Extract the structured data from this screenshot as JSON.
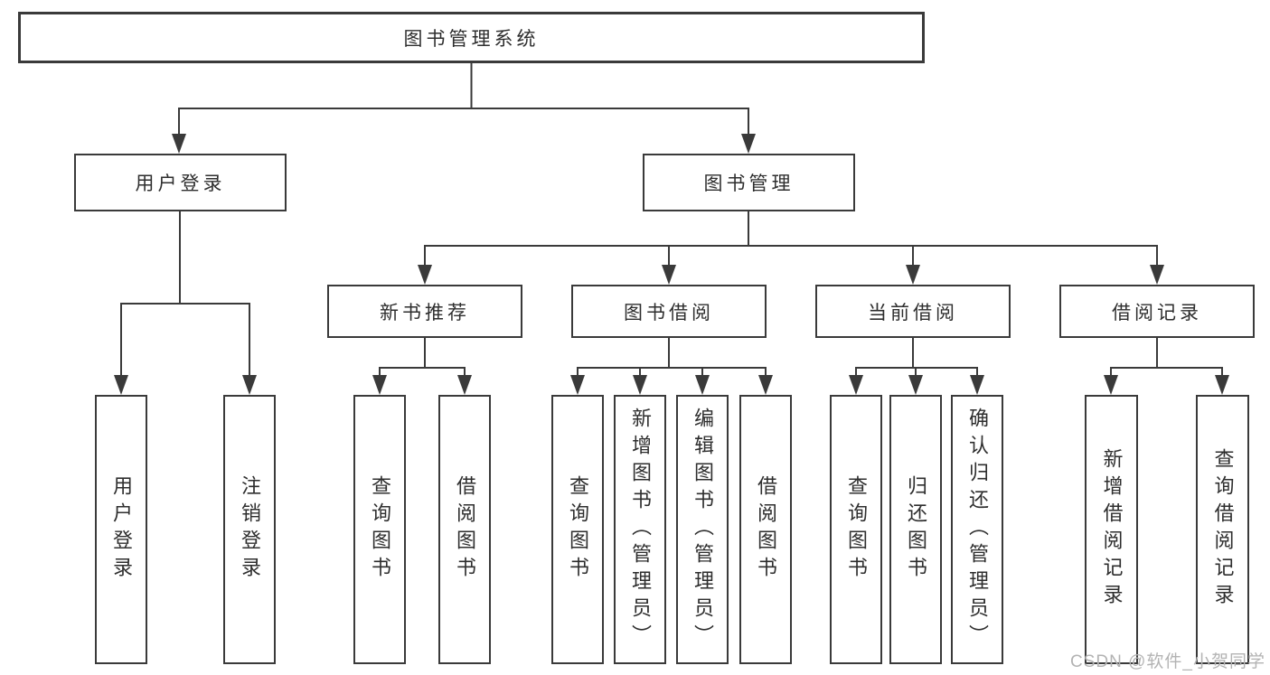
{
  "nodes": {
    "root": {
      "label": "图书管理系统"
    },
    "user_login": {
      "label": "用户登录"
    },
    "book_mgmt": {
      "label": "图书管理"
    },
    "new_book_rec": {
      "label": "新书推荐"
    },
    "book_borrow": {
      "label": "图书借阅"
    },
    "current_borrow": {
      "label": "当前借阅"
    },
    "borrow_record": {
      "label": "借阅记录"
    },
    "leaf_user_login": {
      "label": "用户登录"
    },
    "leaf_logout": {
      "label": "注销登录"
    },
    "leaf_rec_query_book": {
      "label": "查询图书"
    },
    "leaf_rec_borrow_book": {
      "label": "借阅图书"
    },
    "leaf_bb_query_book": {
      "label": "查询图书"
    },
    "leaf_bb_add_book": {
      "label": "新增图书（管理员）"
    },
    "leaf_bb_edit_book": {
      "label": "编辑图书（管理员）"
    },
    "leaf_bb_borrow_book": {
      "label": "借阅图书"
    },
    "leaf_cb_query_book": {
      "label": "查询图书"
    },
    "leaf_cb_return_book": {
      "label": "归还图书"
    },
    "leaf_cb_confirm_return": {
      "label": "确认归还（管理员）"
    },
    "leaf_br_add_record": {
      "label": "新增借阅记录"
    },
    "leaf_br_query_record": {
      "label": "查询借阅记录"
    }
  },
  "watermark": {
    "text": "CSDN @软件_小贺同学"
  },
  "colors": {
    "line": "#3a3a3a",
    "node_border": "#3a3a3a",
    "text": "#2e2e2e",
    "watermark": "#b3b3b3",
    "background": "#ffffff"
  }
}
